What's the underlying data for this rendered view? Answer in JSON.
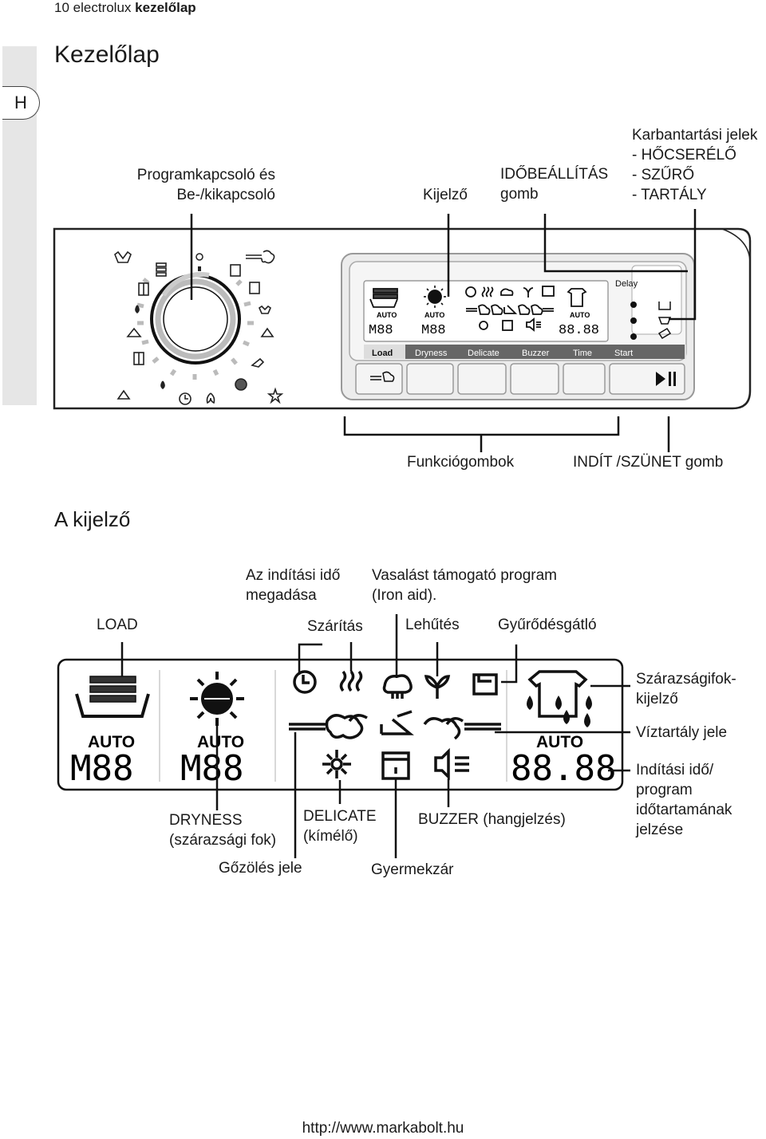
{
  "header": {
    "page": "10",
    "brand": "electrolux",
    "section": "kezelőlap"
  },
  "side_tab": "H",
  "title": "Kezelőlap",
  "subtitle": "A kijelző",
  "panel_labels": {
    "program_switch_1": "Programkapcsoló és",
    "program_switch_2": "Be-/kikapcsoló",
    "display": "Kijelző",
    "time_knob_1": "IDŐBEÁLLÍTÁS",
    "time_knob_2": "gomb",
    "maint_1": "Karbantartási jelek",
    "maint_2": "- HŐCSERÉLŐ",
    "maint_3": "- SZŰRŐ",
    "maint_4": "- TARTÁLY",
    "function_buttons": "Funkciógombok",
    "start_pause": "INDÍT /SZÜNET gomb"
  },
  "panel": {
    "delay": "Delay",
    "buttons": [
      "Load",
      "Dryness",
      "Delicate",
      "Buzzer",
      "Time",
      "Start"
    ],
    "auto": "AUTO",
    "seg_small": "M88",
    "seg_time": "88.88"
  },
  "display_labels": {
    "load": "LOAD",
    "start_time_1": "Az indítási idő",
    "start_time_2": "megadása",
    "iron_1": "Vasalást támogató program",
    "iron_2": "(Iron aid).",
    "drying": "Szárítás",
    "cooling": "Lehűtés",
    "anticrease": "Gyűrődésgátló",
    "dryness_ind_1": "Szárazságifok-",
    "dryness_ind_2": "kijelző",
    "water_tank": "Víztartály jele",
    "start_ind_1": "Indítási idő/",
    "start_ind_2": "program",
    "start_ind_3": "időtartamának",
    "start_ind_4": "jelzése",
    "dryness_1": "DRYNESS",
    "dryness_2": "(szárazsági fok)",
    "delicate_1": "DELICATE",
    "delicate_2": "(kímélő)",
    "buzzer": "BUZZER (hangjelzés)",
    "steam": "Gőzölés jele",
    "child_lock": "Gyermekzár"
  },
  "display": {
    "auto": "AUTO",
    "seg_small": "M88",
    "seg_time": "88.88"
  },
  "footer": "http://www.markabolt.hu"
}
